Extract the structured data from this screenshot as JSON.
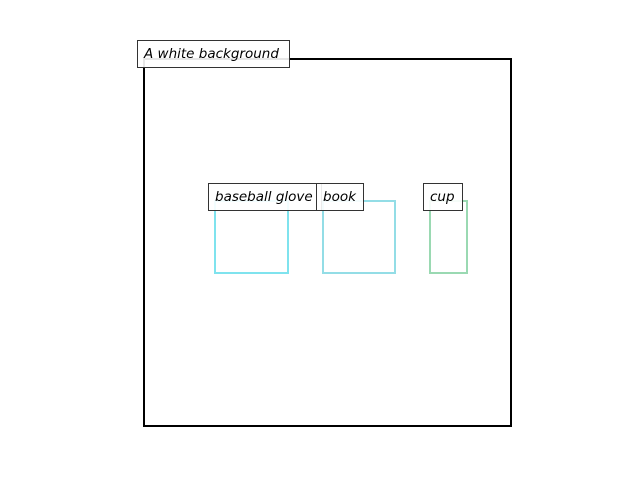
{
  "scene": {
    "label": "A white background",
    "frame_color": "#000000"
  },
  "objects": [
    {
      "label": "baseball glove",
      "color": "#7fe3ee"
    },
    {
      "label": "book",
      "color": "#93dde6"
    },
    {
      "label": "cup",
      "color": "#9ad9b2"
    }
  ]
}
